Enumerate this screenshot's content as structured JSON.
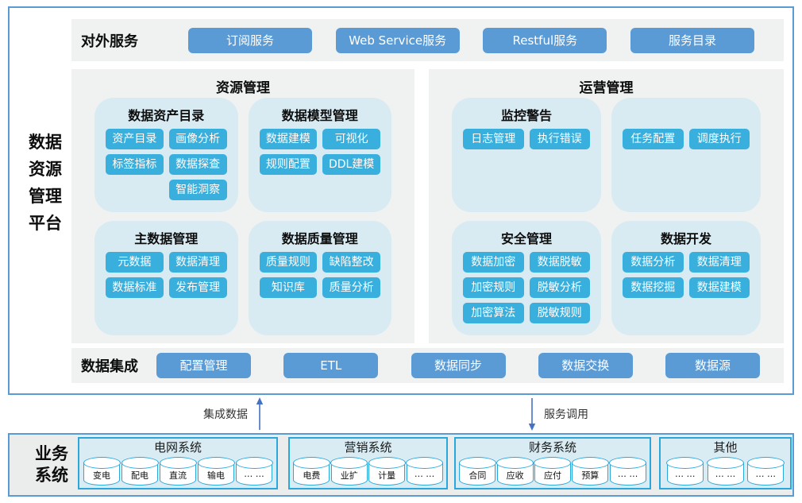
{
  "platform": {
    "title_lines": [
      "数据",
      "资源",
      "管理",
      "平台"
    ],
    "external_services": {
      "label": "对外服务",
      "buttons": [
        "订阅服务",
        "Web Service服务",
        "Restful服务",
        "服务目录"
      ]
    },
    "resource_mgmt": {
      "title": "资源管理",
      "groups": [
        {
          "title": "数据资产目录",
          "buttons": [
            "资产目录",
            "画像分析",
            "标签指标",
            "数据探查",
            "智能洞察"
          ]
        },
        {
          "title": "数据模型管理",
          "buttons": [
            "数据建模",
            "可视化",
            "规则配置",
            "DDL建模"
          ]
        },
        {
          "title": "主数据管理",
          "buttons": [
            "元数据",
            "数据清理",
            "数据标准",
            "发布管理"
          ]
        },
        {
          "title": "数据质量管理",
          "buttons": [
            "质量规则",
            "缺陷整改",
            "知识库",
            "质量分析"
          ]
        }
      ]
    },
    "operation_mgmt": {
      "title": "运营管理",
      "groups": [
        {
          "title": "监控警告",
          "buttons": [
            "日志管理",
            "执行错误"
          ]
        },
        {
          "title": "",
          "buttons": [
            "任务配置",
            "调度执行"
          ]
        },
        {
          "title": "安全管理",
          "buttons": [
            "数据加密",
            "数据脱敏",
            "加密规则",
            "脱敏分析",
            "加密算法",
            "脱敏规则"
          ]
        },
        {
          "title": "数据开发",
          "buttons": [
            "数据分析",
            "数据清理",
            "数据挖掘",
            "数据建模"
          ]
        }
      ]
    },
    "integration": {
      "label": "数据集成",
      "buttons": [
        "配置管理",
        "ETL",
        "数据同步",
        "数据交换",
        "数据源"
      ]
    }
  },
  "flows": {
    "up_label": "集成数据",
    "down_label": "服务调用"
  },
  "business": {
    "label_lines": [
      "业务",
      "系统"
    ],
    "groups": [
      {
        "title": "电网系统",
        "items": [
          "变电",
          "配电",
          "直流",
          "输电",
          "… …"
        ]
      },
      {
        "title": "营销系统",
        "items": [
          "电费",
          "业扩",
          "计量",
          "… …"
        ]
      },
      {
        "title": "财务系统",
        "items": [
          "合同",
          "应收",
          "应付",
          "预算",
          "… …"
        ]
      },
      {
        "title": "其他",
        "items": [
          "… …",
          "… …",
          "… …"
        ]
      }
    ]
  },
  "colors": {
    "border_blue": "#5b9bd5",
    "button_blue": "#5b9bd5",
    "chip_cyan": "#38afdc",
    "panel_bg": "#eff2f1",
    "subpanel_bg": "#d8eaf2",
    "group_border": "#2aa7db",
    "group_bg": "#d9ecf4",
    "arrow_blue": "#4472c4"
  }
}
